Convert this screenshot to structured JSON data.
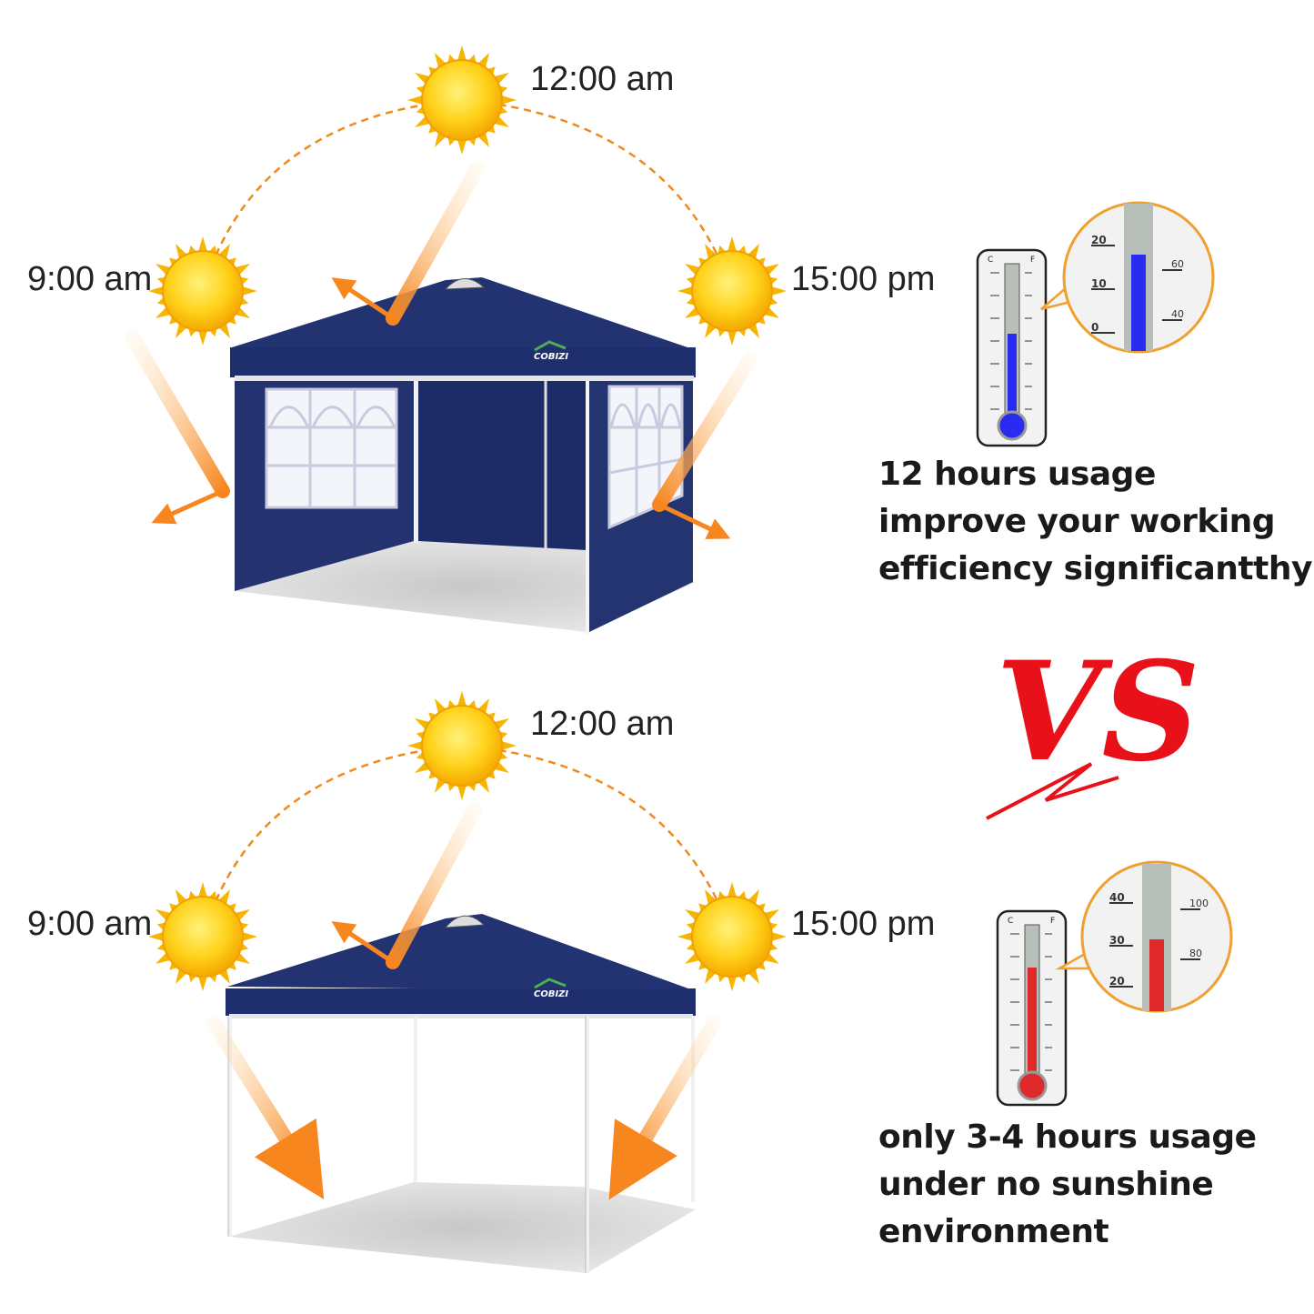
{
  "colors": {
    "canopy": "#1f2f6e",
    "arc_dashes": "#f08a1c",
    "sun": "#ffd21a",
    "arrow": "#f7861e",
    "vs": "#e8111a",
    "cold_liquid": "#2a2bf0",
    "hot_liquid": "#e0292b",
    "magnifier_border": "#f0a030"
  },
  "brand_logo": "COBIZI",
  "top_scene": {
    "sun_noon_label": "12:00 am",
    "sun_morning_label": "9:00 am",
    "sun_afternoon_label": "15:00 pm",
    "tent": "canopy-with-sidewalls",
    "thermometer": {
      "scale_left": "C",
      "scale_right": "F",
      "level_celsius": 17,
      "liquid": "blue",
      "zoom_ticks_c": [
        "20",
        "10",
        "0"
      ],
      "zoom_ticks_f": [
        "60",
        "40"
      ]
    },
    "caption_lines": [
      "12 hours usage",
      "improve your working",
      "efficiency significantthy"
    ]
  },
  "vs_label": "VS",
  "bottom_scene": {
    "sun_noon_label": "12:00 am",
    "sun_morning_label": "9:00 am",
    "sun_afternoon_label": "15:00 pm",
    "tent": "canopy-only",
    "thermometer": {
      "scale_left": "C",
      "scale_right": "F",
      "level_celsius": 33,
      "liquid": "red",
      "zoom_ticks_c": [
        "40",
        "30",
        "20"
      ],
      "zoom_ticks_f": [
        "100",
        "80"
      ]
    },
    "caption_lines": [
      "only 3-4 hours usage",
      "under no sunshine",
      "environment"
    ]
  }
}
